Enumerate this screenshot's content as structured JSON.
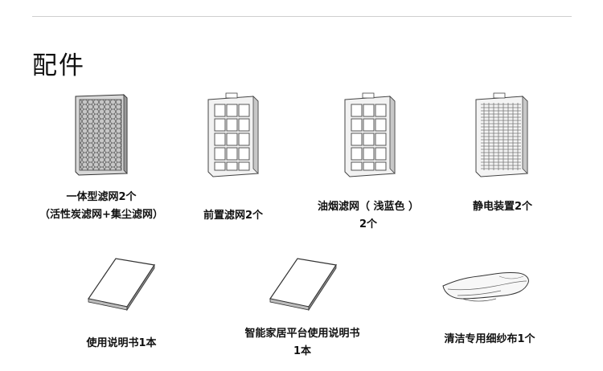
{
  "title": "配件",
  "items": [
    {
      "icon": "hepa-filter-icon",
      "lines": [
        "一体型滤网2个",
        "（活性炭滤网+集尘滤网）"
      ]
    },
    {
      "icon": "pre-filter-icon",
      "lines": [
        "前置滤网2个"
      ]
    },
    {
      "icon": "oil-smoke-filter-icon",
      "lines": [
        "油烟滤网（ 浅蓝色 ）",
        "2个"
      ]
    },
    {
      "icon": "electrostatic-device-icon",
      "lines": [
        "静电装置2个"
      ]
    },
    {
      "icon": "manual-booklet-icon",
      "lines": [
        "使用说明书1本"
      ]
    },
    {
      "icon": "smart-home-manual-icon",
      "lines": [
        "智能家居平台使用说明书",
        "1本"
      ]
    },
    {
      "icon": "cleaning-cloth-icon",
      "lines": [
        "清洁专用细纱布1个"
      ]
    }
  ]
}
